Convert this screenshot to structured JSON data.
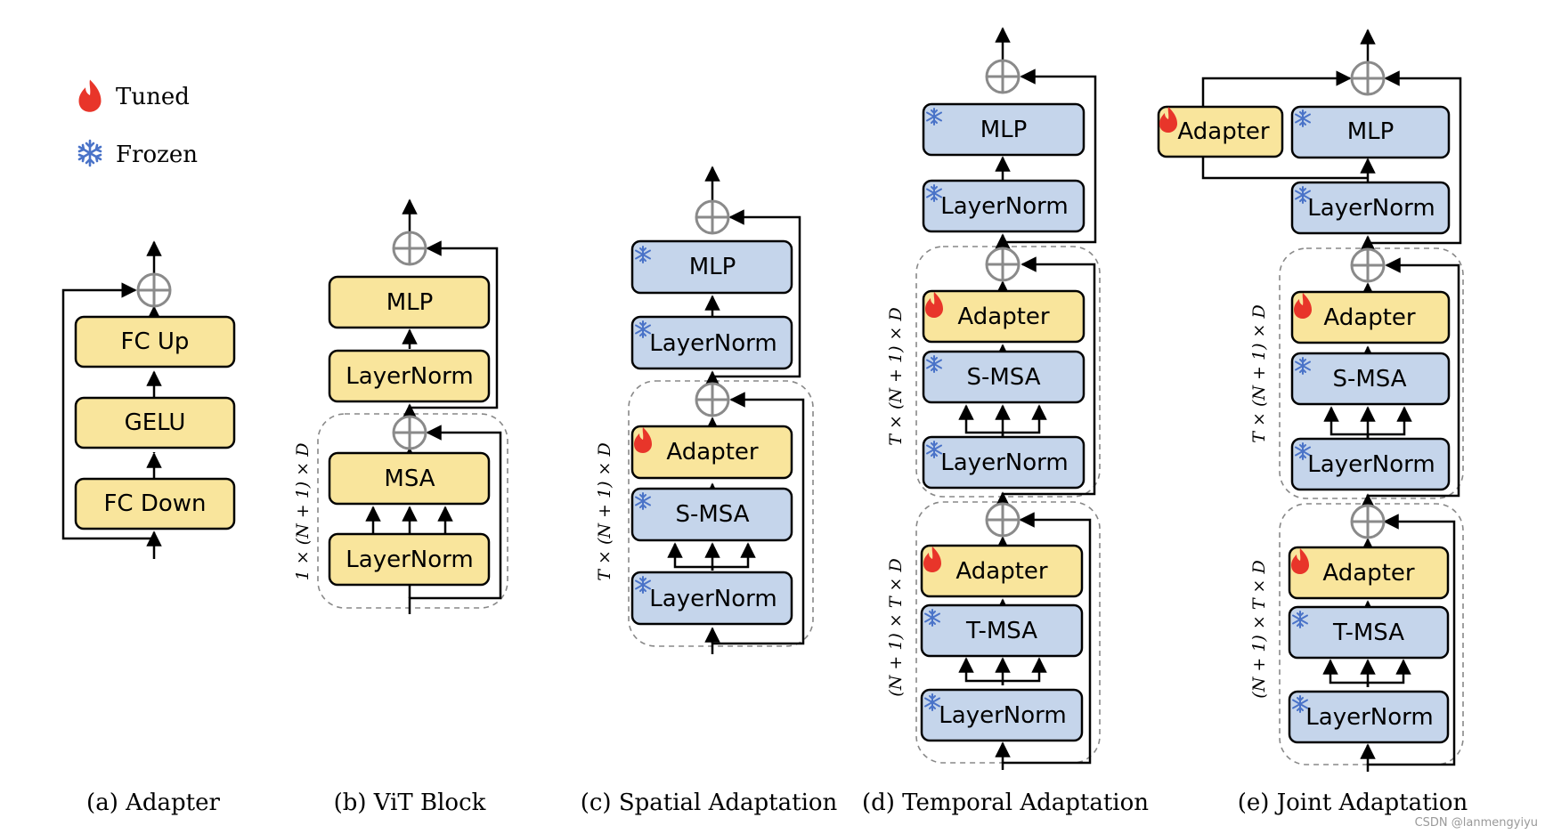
{
  "legend": {
    "tuned": "Tuned",
    "frozen": "Frozen"
  },
  "blocks": {
    "fc_up": "FC Up",
    "gelu": "GELU",
    "fc_down": "FC Down",
    "mlp": "MLP",
    "layernorm": "LayerNorm",
    "msa": "MSA",
    "adapter": "Adapter",
    "s_msa": "S-MSA",
    "t_msa": "T-MSA"
  },
  "repeat_labels": {
    "vit": "1 × (N + 1) × D",
    "spatial": "T × (N + 1) × D",
    "temporal_upper": "T × (N + 1) × D",
    "temporal_lower": "(N + 1) × T × D",
    "joint_upper": "T × (N + 1) × D",
    "joint_lower": "(N + 1) × T × D"
  },
  "captions": {
    "a": "(a) Adapter",
    "b": "(b) ViT Block",
    "c": "(c) Spatial Adaptation",
    "d": "(d) Temporal Adaptation",
    "e": "(e) Joint Adaptation"
  },
  "watermark": "CSDN @lanmengyiyu",
  "colors": {
    "tuned": "#f9e59c",
    "frozen": "#c5d5eb",
    "flame": "#e8352a",
    "snowflake": "#4a73c8",
    "add_node": "#8a8a8a"
  },
  "icons": {
    "tuned": "flame-icon",
    "frozen": "snowflake-icon",
    "add": "add-node-icon"
  }
}
